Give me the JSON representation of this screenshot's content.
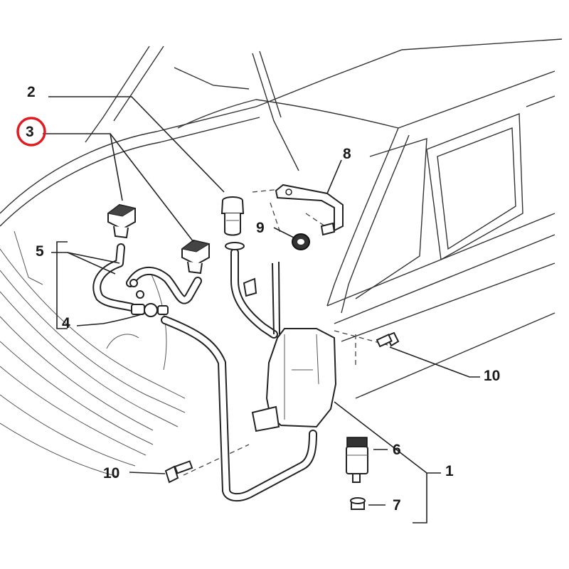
{
  "labels": {
    "l1": "1",
    "l2": "2",
    "l3": "3",
    "l4": "4",
    "l5": "5",
    "l6": "6",
    "l7": "7",
    "l8": "8",
    "l9": "9",
    "l10a": "10",
    "l10b": "10"
  },
  "highlight": {
    "label": "3",
    "color": "#e11b22"
  },
  "colors": {
    "line": "#222222",
    "background": "#ffffff"
  }
}
